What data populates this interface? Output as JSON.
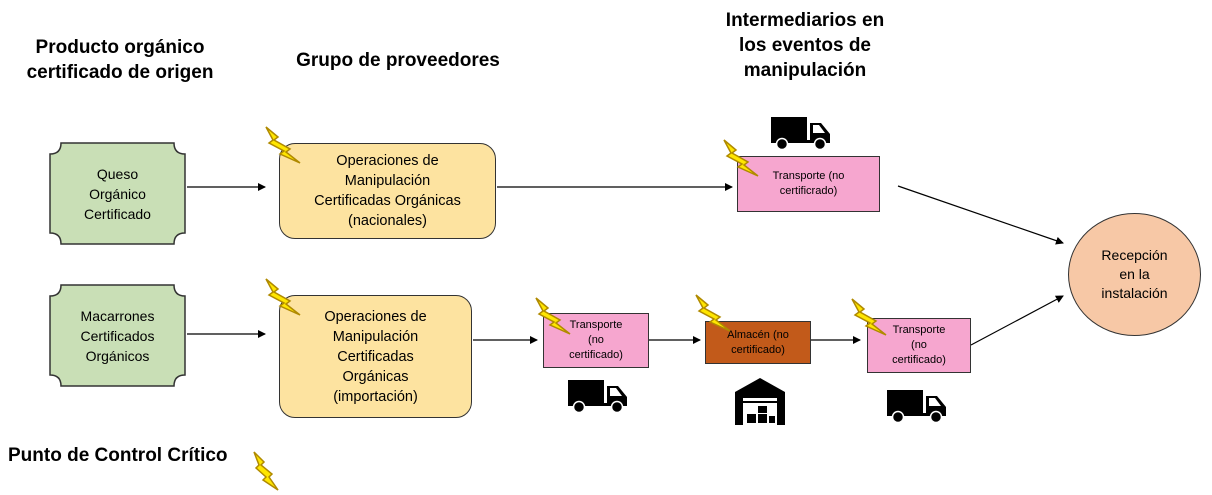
{
  "headers": {
    "origin": "Producto orgánico\ncertificado de origen",
    "suppliers": "Grupo de proveedores",
    "intermediaries": "Intermediarios en\nlos eventos de\nmanipulación"
  },
  "origins": {
    "queso": "Queso\nOrgánico\nCertificado",
    "macarrones": "Macarrones\nCertificados\nOrgánicos"
  },
  "suppliers": {
    "nacionales": "Operaciones de\nManipulación\nCertificadas Orgánicas\n(nacionales)",
    "importacion": "Operaciones de\nManipulación\nCertificadas\nOrgánicas\n(importación)"
  },
  "intermediaries": {
    "transporte_top": "Transporte (no\ncertificrado)",
    "transporte_1": "Transporte\n(no\ncertificado)",
    "almacen": "Almacén (no\ncertificado)",
    "transporte_2": "Transporte\n(no\ncertificado)"
  },
  "destination": "Recepción\nen la\ninstalación",
  "legend": "Punto de Control Crítico",
  "icons": {
    "critical_point": "lightning-bolt-icon",
    "transport": "truck-icon",
    "storage": "warehouse-icon"
  },
  "colors": {
    "origin_fill": "#c9dfb6",
    "supplier_fill": "#fde3a0",
    "transport_fill": "#f6a6cf",
    "storage_fill": "#c25a1a",
    "destination_fill": "#f7c8a6",
    "bolt_fill": "#ffe600"
  }
}
